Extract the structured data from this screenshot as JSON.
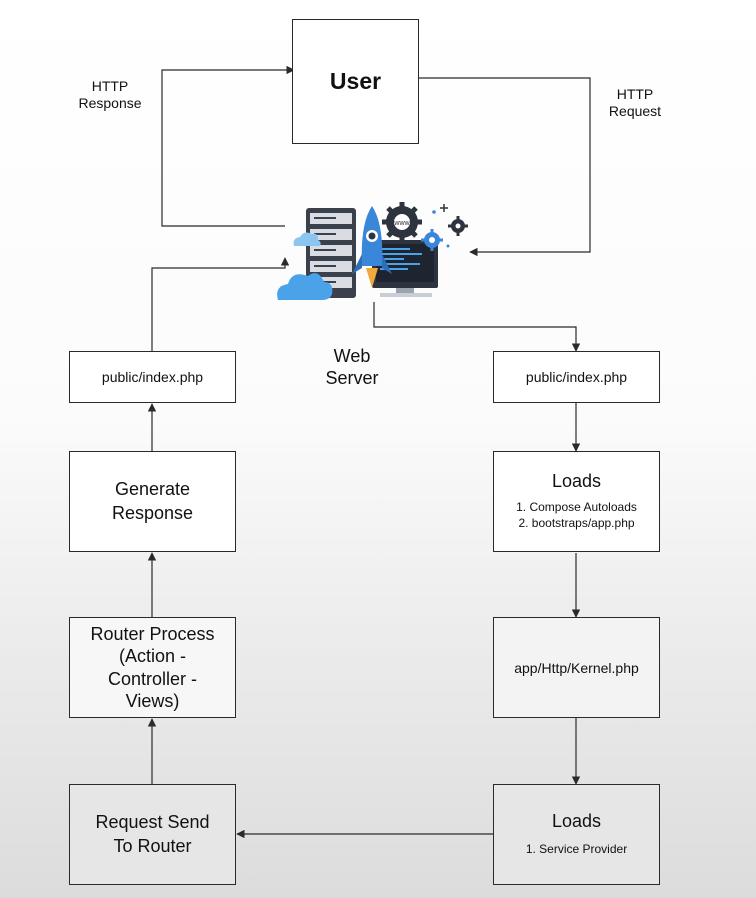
{
  "user": {
    "label": "User"
  },
  "http_response_label": [
    "HTTP",
    "Response"
  ],
  "http_request_label": [
    "HTTP",
    "Request"
  ],
  "web_server_label": [
    "Web",
    "Server"
  ],
  "left_flow": {
    "public_index": "public/index.php",
    "generate_response": [
      "Generate",
      "Response"
    ],
    "router_process": [
      "Router Process",
      "(Action -",
      "Controller -",
      "Views)"
    ],
    "request_send": [
      "Request Send",
      "To Router"
    ]
  },
  "right_flow": {
    "public_index": "public/index.php",
    "loads_1": {
      "title": "Loads",
      "items": [
        "1. Compose Autoloads",
        "2. bootstraps/app.php"
      ]
    },
    "kernel": "app/Http/Kernel.php",
    "loads_2": {
      "title": "Loads",
      "items": [
        "1. Service Provider"
      ]
    }
  },
  "icons": {
    "server_illustration": "server-rocket-cloud-gears-illustration"
  },
  "colors": {
    "cloud": "#4aa3e8",
    "rocket": "#3a86d8",
    "gear_dark": "#2d3440",
    "line": "#2a2a2a"
  }
}
